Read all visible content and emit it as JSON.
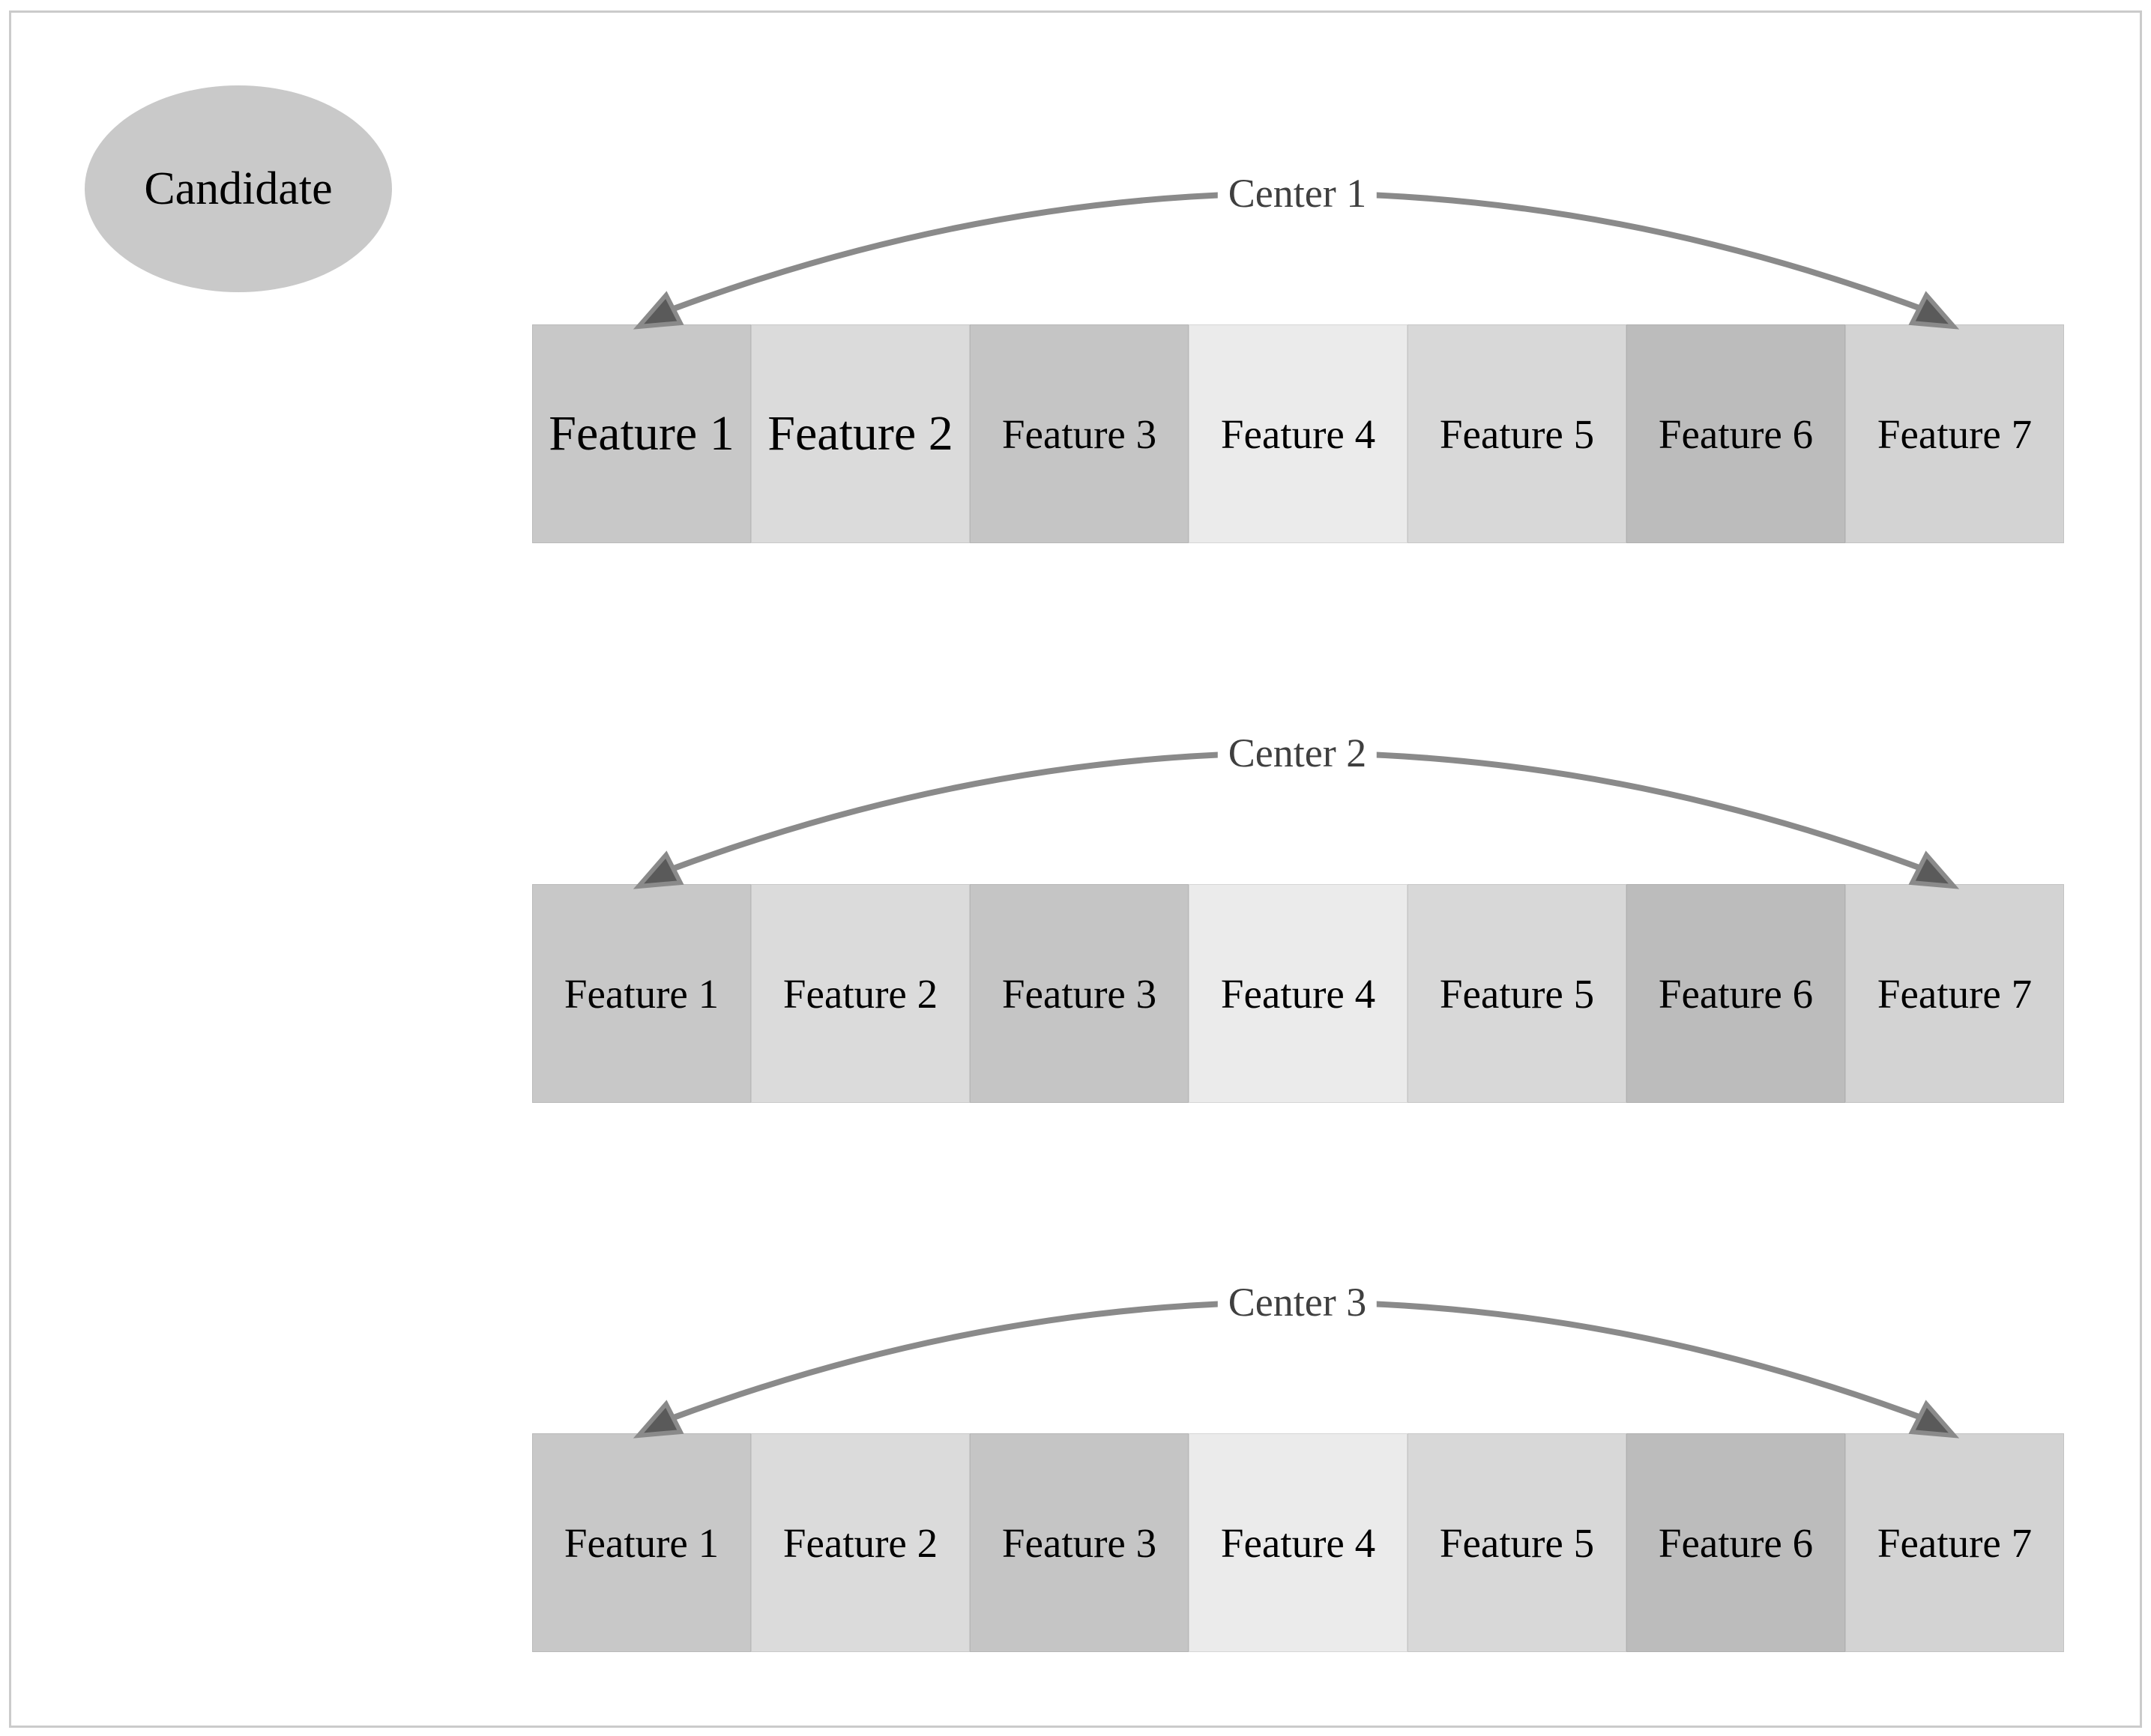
{
  "candidate": {
    "label": "Candidate",
    "fill": "#c9c9c9"
  },
  "styles": {
    "arc_color": "#8a8a8a",
    "arrowhead_fill": "#5a5a5a",
    "center_label_color": "#3f3f3f",
    "feature_text_color": "#000000",
    "frame_border_color": "#cbcbcb",
    "background": "#ffffff"
  },
  "groups": [
    {
      "center_label": "Center 1",
      "features": [
        {
          "label": "Feature 1",
          "fill": "#c8c8c8",
          "large_text": true
        },
        {
          "label": "Feature 2",
          "fill": "#dbdbdb",
          "large_text": true
        },
        {
          "label": "Feature 3",
          "fill": "#c5c5c5",
          "large_text": false
        },
        {
          "label": "Feature 4",
          "fill": "#ebebeb",
          "large_text": false
        },
        {
          "label": "Feature 5",
          "fill": "#d8d8d8",
          "large_text": false
        },
        {
          "label": "Feature 6",
          "fill": "#bcbcbc",
          "large_text": false
        },
        {
          "label": "Feature 7",
          "fill": "#d3d3d3",
          "large_text": false
        }
      ]
    },
    {
      "center_label": "Center 2",
      "features": [
        {
          "label": "Feature 1",
          "fill": "#c8c8c8",
          "large_text": false
        },
        {
          "label": "Feature 2",
          "fill": "#dbdbdb",
          "large_text": false
        },
        {
          "label": "Feature 3",
          "fill": "#c5c5c5",
          "large_text": false
        },
        {
          "label": "Feature 4",
          "fill": "#ebebeb",
          "large_text": false
        },
        {
          "label": "Feature 5",
          "fill": "#d8d8d8",
          "large_text": false
        },
        {
          "label": "Feature 6",
          "fill": "#bcbcbc",
          "large_text": false
        },
        {
          "label": "Feature 7",
          "fill": "#d3d3d3",
          "large_text": false
        }
      ]
    },
    {
      "center_label": "Center 3",
      "features": [
        {
          "label": "Feature 1",
          "fill": "#c8c8c8",
          "large_text": false
        },
        {
          "label": "Feature 2",
          "fill": "#dbdbdb",
          "large_text": false
        },
        {
          "label": "Feature 3",
          "fill": "#c5c5c5",
          "large_text": false
        },
        {
          "label": "Feature 4",
          "fill": "#ebebeb",
          "large_text": false
        },
        {
          "label": "Feature 5",
          "fill": "#d8d8d8",
          "large_text": false
        },
        {
          "label": "Feature 6",
          "fill": "#bcbcbc",
          "large_text": false
        },
        {
          "label": "Feature 7",
          "fill": "#d3d3d3",
          "large_text": false
        }
      ]
    }
  ]
}
